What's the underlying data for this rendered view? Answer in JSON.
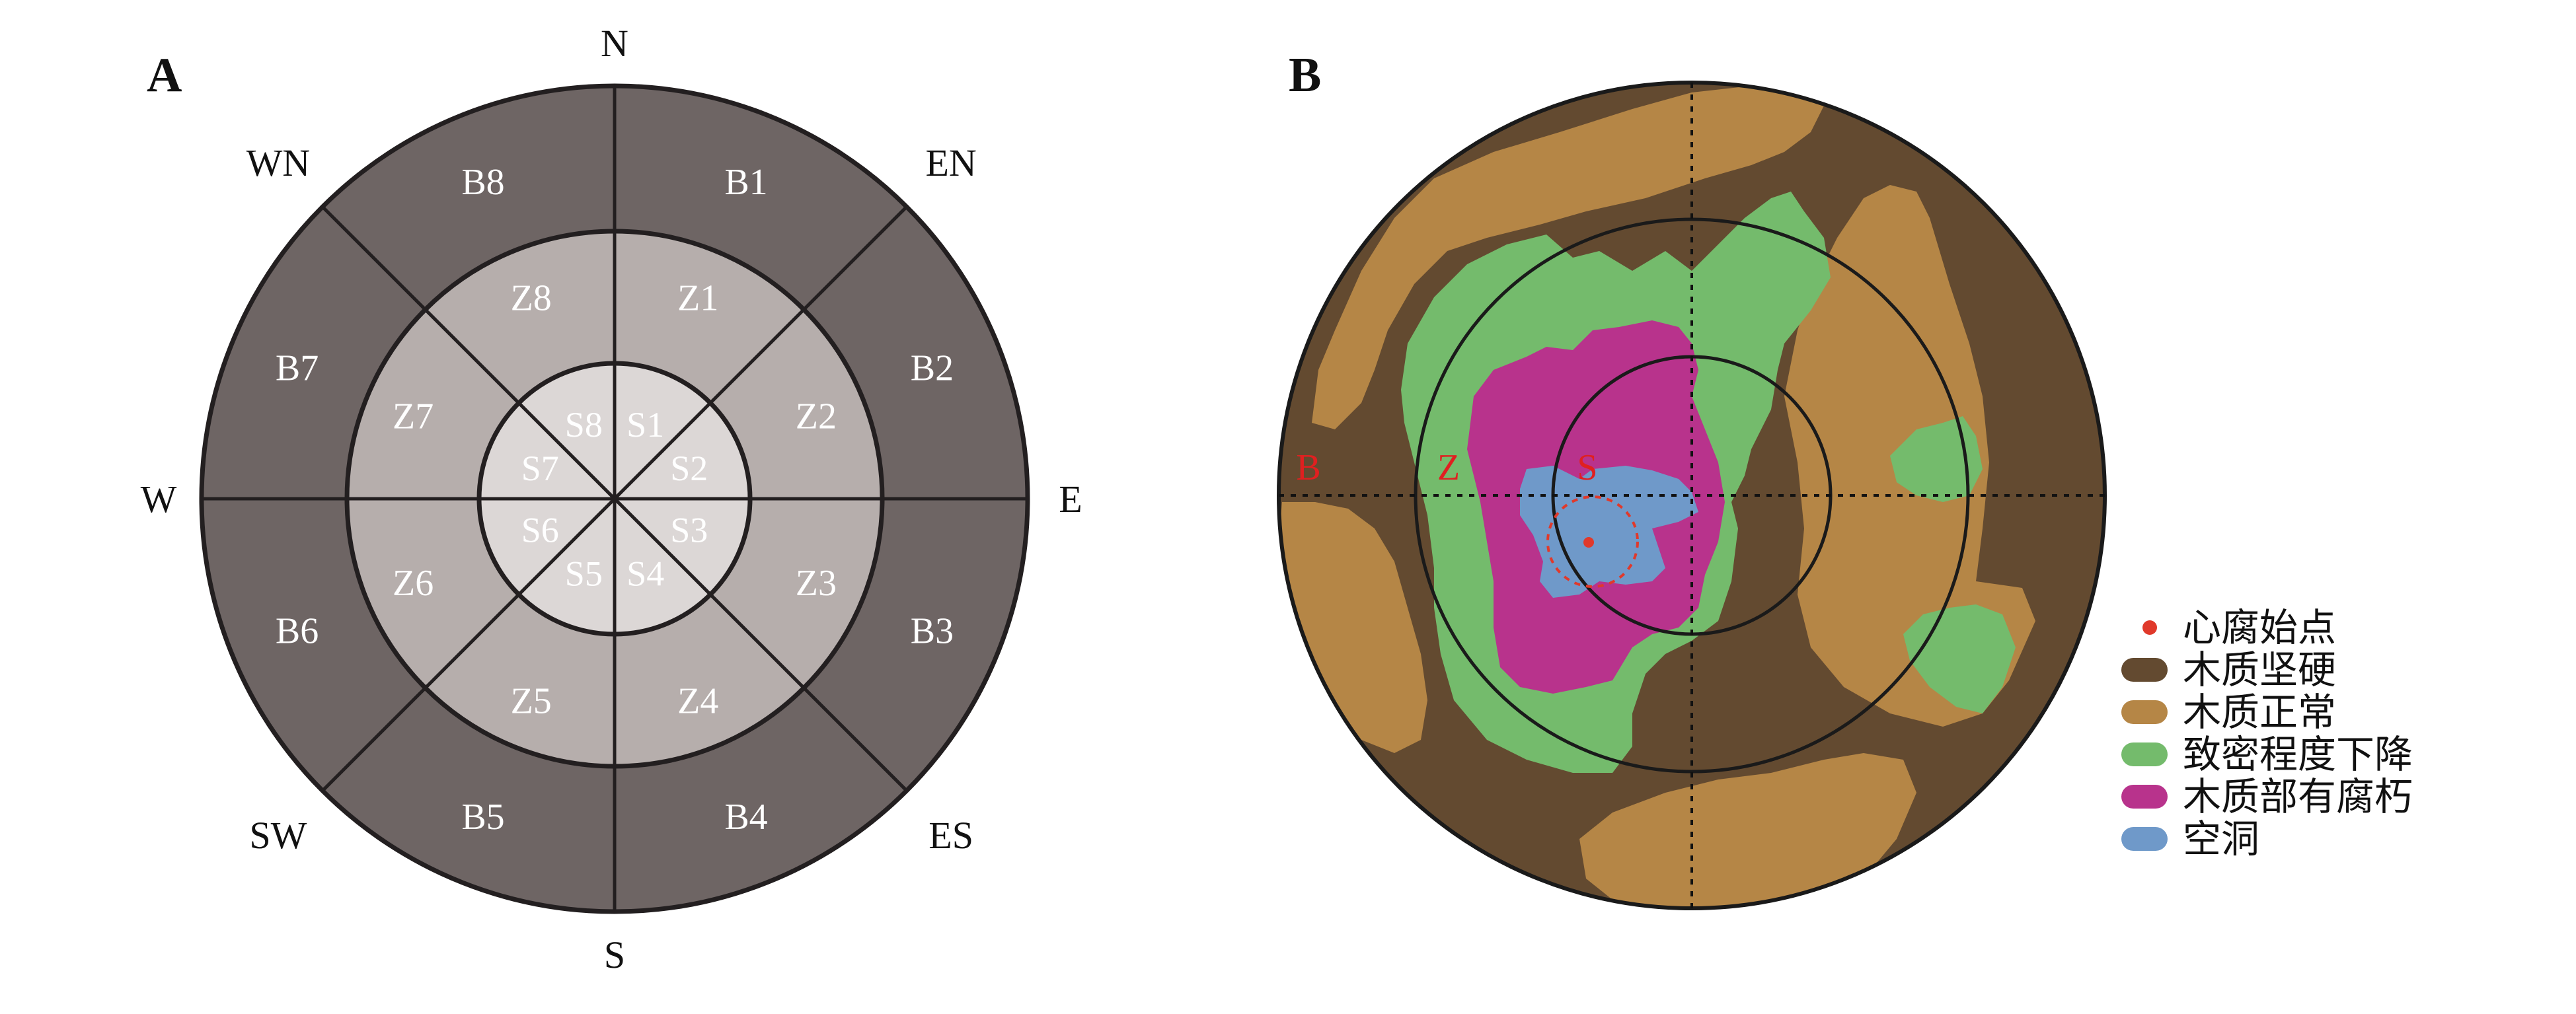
{
  "panel_a": {
    "letter": "A",
    "directions": [
      "N",
      "EN",
      "E",
      "ES",
      "S",
      "SW",
      "W",
      "WN"
    ],
    "inner_sectors": [
      "S1",
      "S2",
      "S3",
      "S4",
      "S5",
      "S6",
      "S7",
      "S8"
    ],
    "middle_sectors": [
      "Z1",
      "Z2",
      "Z3",
      "Z4",
      "Z5",
      "Z6",
      "Z7",
      "Z8"
    ],
    "outer_sectors": [
      "B1",
      "B2",
      "B3",
      "B4",
      "B5",
      "B6",
      "B7",
      "B8"
    ],
    "colors": {
      "inner": "#dcd7d6",
      "middle": "#b6aeac",
      "outer": "#6e6564",
      "line": "#231f20"
    }
  },
  "panel_b": {
    "letter": "B",
    "ring_labels": {
      "outer": "B",
      "middle": "Z",
      "inner": "S"
    },
    "ring_label_color": "#e02020",
    "colors": {
      "hard": "#634a30",
      "normal": "#b58646",
      "density_drop": "#74bb6c",
      "decay": "#b8338c",
      "cavity": "#6f99c9",
      "origin": "#e0392b"
    },
    "legend": [
      {
        "key": "origin",
        "label": "心腐始点",
        "shape": "dot"
      },
      {
        "key": "hard",
        "label": "木质坚硬",
        "shape": "pill"
      },
      {
        "key": "normal",
        "label": "木质正常",
        "shape": "pill"
      },
      {
        "key": "density_drop",
        "label": "致密程度下降",
        "shape": "pill"
      },
      {
        "key": "decay",
        "label": "木质部有腐朽",
        "shape": "pill"
      },
      {
        "key": "cavity",
        "label": "空洞",
        "shape": "pill"
      }
    ]
  }
}
